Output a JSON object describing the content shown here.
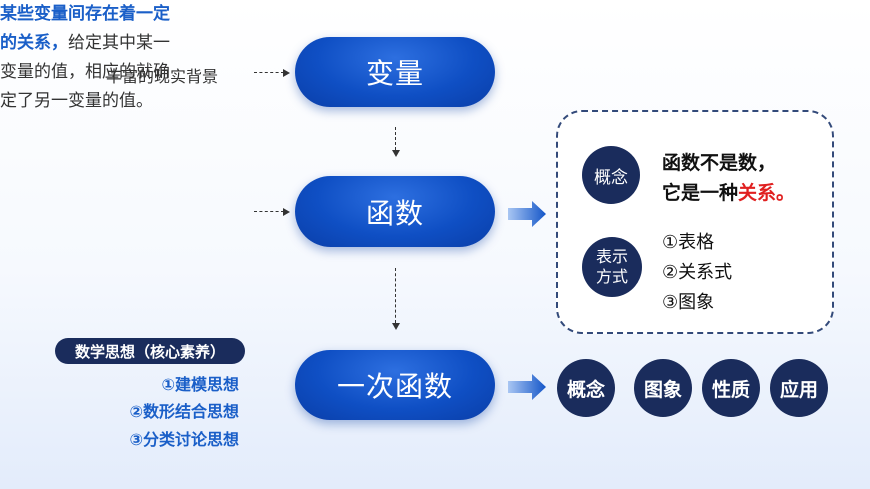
{
  "nodes": {
    "variable": "变量",
    "function": "函数",
    "linear_function": "一次函数"
  },
  "left": {
    "background": "丰富的现实背景",
    "definition_highlight": "某些变量间存在着一定的关系，",
    "definition_rest": "给定其中某一变量的值，相应的就确定了另一变量的值。"
  },
  "concept_box": {
    "concept_label": "概念",
    "concept_line1": "函数不是数，",
    "concept_line2_prefix": "它是一种",
    "concept_line2_highlight": "关系。",
    "representation_label_line1": "表示",
    "representation_label_line2": "方式",
    "representations": [
      "①表格",
      "②关系式",
      "③图象"
    ]
  },
  "thinking": {
    "badge": "数学思想（核心素养）",
    "items": [
      "①建模思想",
      "②数形结合思想",
      "③分类讨论思想"
    ]
  },
  "topics": [
    "概念",
    "图象",
    "性质",
    "应用"
  ],
  "colors": {
    "pill_blue": "#0f4fc4",
    "navy": "#1a2c5c",
    "highlight_blue": "#1a5fc8",
    "highlight_red": "#e02020"
  }
}
